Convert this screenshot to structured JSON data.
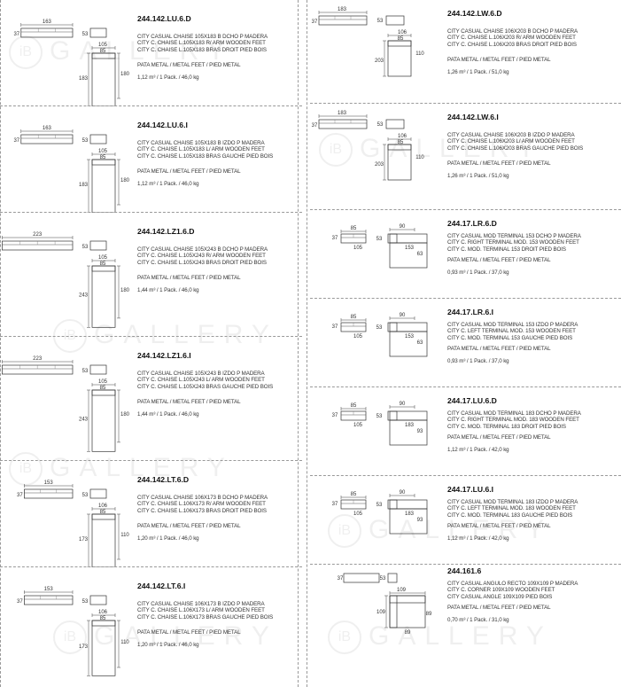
{
  "watermark": {
    "circle": "iB",
    "text": "GALLERY"
  },
  "left_items": [
    {
      "code": "244.142.LU.6.D",
      "desc": [
        "CITY CASUAL CHAISE 105X183 B DCHO P MADERA",
        "CITY C. CHAISE L.105X183 R/ ARM WOODEN FEET",
        "CITY C. CHAISE L.105X183 BRAS DROIT PIED BOIS"
      ],
      "feet": "PATA METAL / METAL FEET / PIED METAL",
      "pack": "1,12 m³ / 1 Pack. / 46,0 kg",
      "dims": {
        "front": "163",
        "height": "37",
        "depth_side": "53",
        "top_w": "105",
        "top_w2": "85",
        "top_d": "183",
        "top_d2": "180"
      }
    },
    {
      "code": "244.142.LU.6.I",
      "desc": [
        "CITY CASUAL CHAISE 105X183 B IZDO P MADERA",
        "CITY C. CHAISE L.105X183 L/ ARM WOODEN FEET",
        "CITY C. CHAISE L.105X183 BRAS GAUCHE PIED BOIS"
      ],
      "feet": "PATA METAL / METAL FEET / PIED METAL",
      "pack": "1,12 m³ / 1 Pack. / 46,0 kg",
      "dims": {
        "front": "163",
        "height": "37",
        "depth_side": "53",
        "top_w": "105",
        "top_w2": "85",
        "top_d": "183",
        "top_d2": "180"
      }
    },
    {
      "code": "244.142.LZ1.6.D",
      "desc": [
        "CITY CASUAL CHAISE 105X243 B DCHO P MADERA",
        "CITY C. CHAISE L.105X243 R/ ARM WOODEN FEET",
        "CITY C. CHAISE L.105X243 BRAS DROIT PIED BOIS"
      ],
      "feet": "PATA METAL / METAL FEET / PIED METAL",
      "pack": "1,44 m³ / 1 Pack. / 46,0 kg",
      "dims": {
        "front": "223",
        "height": "37",
        "depth_side": "53",
        "top_w": "105",
        "top_w2": "85",
        "top_d": "243",
        "top_d2": "180"
      }
    },
    {
      "code": "244.142.LZ1.6.I",
      "desc": [
        "CITY CASUAL CHAISE 105X243 B IZDO P MADERA",
        "CITY C. CHAISE L.105X243 L/ ARM WOODEN FEET",
        "CITY C. CHAISE L.105X243 BRAS GAUCHE PIED BOIS"
      ],
      "feet": "PATA METAL / METAL FEET / PIED METAL",
      "pack": "1,44 m³ / 1 Pack. / 46,0 kg",
      "dims": {
        "front": "223",
        "height": "37",
        "depth_side": "53",
        "top_w": "105",
        "top_w2": "85",
        "top_d": "243",
        "top_d2": "180"
      }
    },
    {
      "code": "244.142.LT.6.D",
      "desc": [
        "CITY CASUAL CHAISE 106X173 B DCHO P MADERA",
        "CITY C. CHAISE L.106X173 R/ ARM WOODEN FEET",
        "CITY C. CHAISE L.106X173 BRAS DROIT PIED BOIS"
      ],
      "feet": "PATA METAL / METAL FEET / PIED METAL",
      "pack": "1,20 m³ / 1 Pack. / 46,0 kg",
      "dims": {
        "front": "153",
        "height": "37",
        "depth_side": "53",
        "top_w": "106",
        "top_w2": "85",
        "top_d": "173",
        "top_d2": "110"
      }
    },
    {
      "code": "244.142.LT.6.I",
      "desc": [
        "CITY CASUAL CHAISE 106X173 B IZDO P MADERA",
        "CITY C. CHAISE L.106X173 L/ ARM WOODEN FEET",
        "CITY C. CHAISE L.106X173 BRAS GAUCHE PIED BOIS"
      ],
      "feet": "PATA METAL / METAL FEET / PIED METAL",
      "pack": "1,20 m³ / 1 Pack. / 46,0 kg",
      "dims": {
        "front": "153",
        "height": "37",
        "depth_side": "53",
        "top_w": "106",
        "top_w2": "85",
        "top_d": "173",
        "top_d2": "110"
      }
    }
  ],
  "right_items": [
    {
      "code": "244.142.LW.6.D",
      "desc": [
        "CITY CASUAL CHAISE 106X203 B DCHO P MADERA",
        "CITY C. CHAISE L.106X203 R/ ARM WOODEN FEET",
        "CITY C. CHAISE L.106X203 BRAS DROIT PIED BOIS"
      ],
      "feet": "PATA METAL / METAL FEET / PIED METAL",
      "pack": "1,26 m³ / 1 Pack. / 51,0 kg",
      "dims": {
        "front": "183",
        "height": "37",
        "depth_side": "53",
        "top_w": "106",
        "top_w2": "85",
        "top_d": "203",
        "top_d2": "110"
      }
    },
    {
      "code": "244.142.LW.6.I",
      "desc": [
        "CITY CASUAL CHAISE 106X203 B IZDO P MADERA",
        "CITY C. CHAISE L.106X203 L/ ARM WOODEN FEET",
        "CITY C. CHAISE L.106X203 BRAS GAUCHE PIED BOIS"
      ],
      "feet": "PATA METAL / METAL FEET / PIED METAL",
      "pack": "1,26 m³ / 1 Pack. / 51,0 kg",
      "dims": {
        "front": "183",
        "height": "37",
        "depth_side": "53",
        "top_w": "106",
        "top_w2": "85",
        "top_d": "203",
        "top_d2": "110"
      }
    },
    {
      "code": "244.17.LR.6.D",
      "desc": [
        "CITY CASUAL MOD TERMINAL 153 DCHO P MADERA",
        "CITY C. RIGHT TERMINAL MOD. 153 WOODEN FEET",
        "CITY C. MOD. TERMINAL 153 DROIT PIED BOIS"
      ],
      "feet": "PATA METAL / METAL FEET / PIED METAL",
      "pack": "0,93 m³ / 1 Pack. / 37,0 kg",
      "dims": {
        "front": "85",
        "height": "37",
        "depth_side": "53",
        "front2": "105",
        "top_w": "90",
        "top_a": "153",
        "top_b": "63"
      }
    },
    {
      "code": "244.17.LR.6.I",
      "desc": [
        "CITY CASUAL MOD TERMINAL 153 IZDO P MADERA",
        "CITY C. LEFT TERMINAL MOD. 153 WOODEN FEET",
        "CITY C. MOD. TERMINAL 153 GAUCHE PIED BOIS"
      ],
      "feet": "PATA METAL / METAL FEET / PIED METAL",
      "pack": "0,93 m³ / 1 Pack. / 37,0 kg",
      "dims": {
        "front": "85",
        "height": "37",
        "depth_side": "53",
        "front2": "105",
        "top_w": "90",
        "top_a": "153",
        "top_b": "63"
      }
    },
    {
      "code": "244.17.LU.6.D",
      "desc": [
        "CITY CASUAL MOD TERMINAL 183 DCHO P MADERA",
        "CITY C. RIGHT TERMINAL MOD. 183 WOODEN FEET",
        "CITY C. MOD. TERMINAL 183 DROIT PIED BOIS"
      ],
      "feet": "PATA METAL / METAL FEET / PIED METAL",
      "pack": "1,12 m³ / 1 Pack. / 42,0 kg",
      "dims": {
        "front": "85",
        "height": "37",
        "depth_side": "53",
        "front2": "105",
        "top_w": "90",
        "top_a": "183",
        "top_b": "93"
      }
    },
    {
      "code": "244.17.LU.6.I",
      "desc": [
        "CITY CASUAL MOD TERMINAL 183 IZDO P MADERA",
        "CITY C. LEFT TERMINAL MOD. 183 WOODEN FEET",
        "CITY C. MOD. TERMINAL 183 GAUCHE PIED BOIS"
      ],
      "feet": "PATA METAL / METAL FEET / PIED METAL",
      "pack": "1,12 m³ / 1 Pack. / 42,0 kg",
      "dims": {
        "front": "85",
        "height": "37",
        "depth_side": "53",
        "front2": "105",
        "top_w": "90",
        "top_a": "183",
        "top_b": "93"
      }
    },
    {
      "code": "244.161.6",
      "desc": [
        "CITY CASUAL ANGULO RECTO 109X109 P MADERA",
        "CITY C. CORNER 109X109 WOODEN FEET",
        "CITY CASUAL ANGLE 109X109 PIED BOIS"
      ],
      "feet": "PATA METAL / METAL FEET / PIED METAL",
      "pack": "0,70 m³ / 1 Pack. / 31,0 kg",
      "dims": {
        "height": "37",
        "depth_side": "53",
        "top_w": "109",
        "top_d": "109",
        "top_b": "89",
        "top_b2": "89"
      }
    }
  ]
}
